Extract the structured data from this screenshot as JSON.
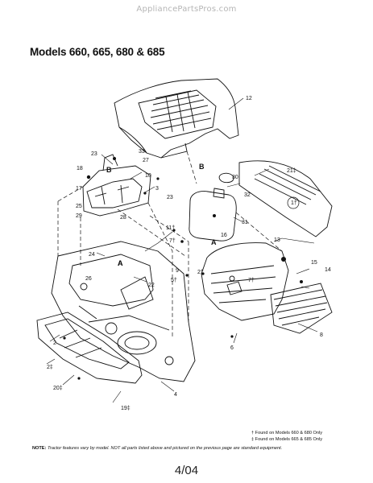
{
  "watermark": "AppliancePartsPros.com",
  "title": "Models 660, 665, 680 & 685",
  "diagram": {
    "callouts": [
      "12",
      "33",
      "23",
      "27",
      "18",
      "10",
      "3",
      "23",
      "17",
      "25",
      "29",
      "28",
      "21‡",
      "30",
      "32",
      "31",
      "11†",
      "16",
      "7†",
      "13",
      "24",
      "A",
      "22",
      "26",
      "9",
      "5†",
      "2†",
      "7†",
      "15",
      "14",
      "8",
      "2",
      "6",
      "2‡",
      "20‡",
      "4",
      "19‡",
      "B",
      "B",
      "A",
      "A",
      "1†"
    ]
  },
  "footnotes": [
    "† Found on Models 660 & 680 Only",
    "‡ Found on Models 665 & 685 Only"
  ],
  "note": {
    "label": "NOTE:",
    "text": "Tractor features vary by model. NOT all parts listed above and pictured on the previous page are standard equipment."
  },
  "page_number": "4/04"
}
